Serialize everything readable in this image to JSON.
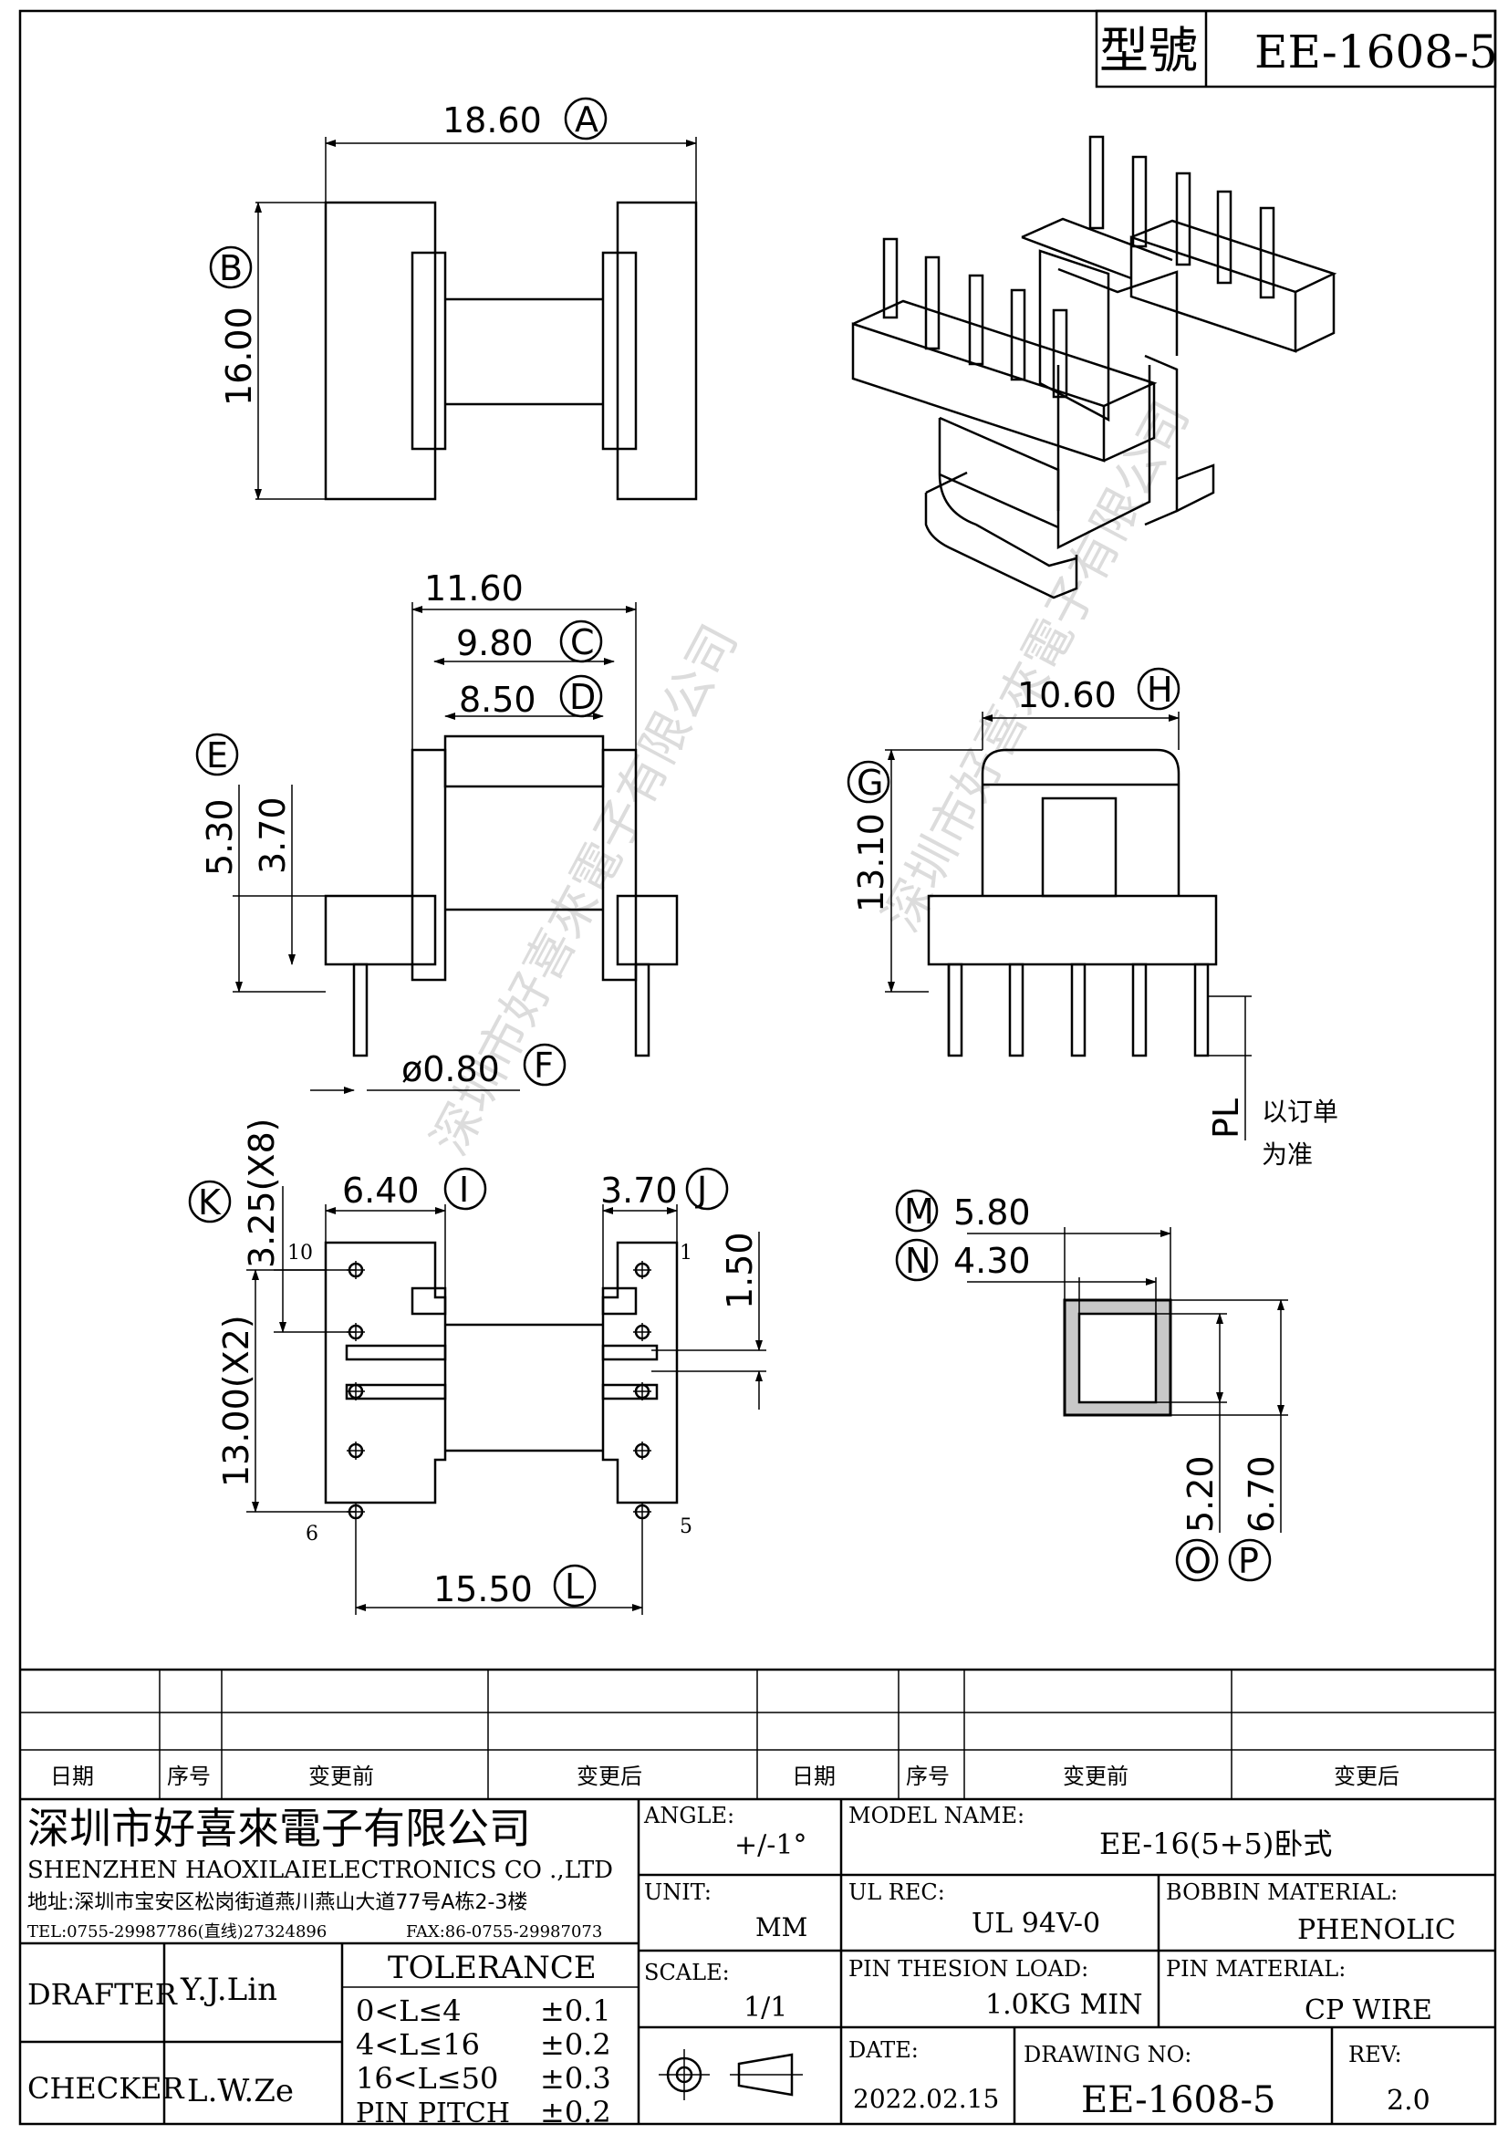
{
  "title_block": {
    "label": "型號",
    "model": "EE-1608-5"
  },
  "dims": {
    "A": {
      "value": "18.60",
      "letter": "A"
    },
    "B": {
      "value": "16.00",
      "letter": "B"
    },
    "C": {
      "value": "9.80",
      "letter": "C"
    },
    "D": {
      "value": "8.50",
      "letter": "D"
    },
    "E": {
      "value": "5.30",
      "letter": "E"
    },
    "F": {
      "value": "ø0.80",
      "letter": "F"
    },
    "G": {
      "value": "13.10",
      "letter": "G"
    },
    "H": {
      "value": "10.60",
      "letter": "H"
    },
    "I": {
      "value": "6.40",
      "letter": "I"
    },
    "J": {
      "value": "3.70",
      "letter": "J"
    },
    "K": {
      "value": "3.25(X8)",
      "letter": "K"
    },
    "L": {
      "value": "15.50",
      "letter": "L"
    },
    "M": {
      "value": "5.80",
      "letter": "M"
    },
    "N": {
      "value": "4.30",
      "letter": "N"
    },
    "O": {
      "value": "5.20",
      "letter": "O"
    },
    "P": {
      "value": "6.70",
      "letter": "P"
    },
    "w1160": "11.60",
    "h370": "3.70",
    "pitch2": "13.00(X2)",
    "d150": "1.50",
    "pl": "PL",
    "pl_note1": "以订单",
    "pl_note2": "为准"
  },
  "pins": {
    "p10": "10",
    "p1": "1",
    "p6": "6",
    "p5": "5"
  },
  "watermark": "深圳市好喜來電子有限公司",
  "revision_table": {
    "headers": [
      "日期",
      "序号",
      "变更前",
      "变更后",
      "日期",
      "序号",
      "变更前",
      "变更后"
    ]
  },
  "company": {
    "name_cn": "深圳市好喜來電子有限公司",
    "name_en": "SHENZHEN HAOXILAIELECTRONICS CO .,LTD",
    "address": "地址:深圳市宝安区松岗街道燕川燕山大道77号A栋2-3楼",
    "tel": "TEL:0755-29987786(直线)27324896",
    "fax": "FAX:86-0755-29987073"
  },
  "info": {
    "angle_label": "ANGLE:",
    "angle_value": "+/-1°",
    "model_label": "MODEL NAME:",
    "model_value": "EE-16(5+5)卧式",
    "unit_label": "UNIT:",
    "unit_value": "MM",
    "ul_label": "UL REC:",
    "ul_value": "UL 94V-0",
    "bobbin_label": "BOBBIN MATERIAL:",
    "bobbin_value": "PHENOLIC",
    "scale_label": "SCALE:",
    "scale_value": "1/1",
    "load_label": "PIN THESION LOAD:",
    "load_value": "1.0KG MIN",
    "pinmat_label": "PIN MATERIAL:",
    "pinmat_value": "CP  WIRE",
    "date_label": "DATE:",
    "date_value": "2022.02.15",
    "drawing_label": "DRAWING NO:",
    "drawing_value": "EE-1608-5",
    "rev_label": "REV:",
    "rev_value": "2.0"
  },
  "people": {
    "drafter_label": "DRAFTER",
    "drafter_value": "Y.J.Lin",
    "checker_label": "CHECKER",
    "checker_value": "L.W.Ze"
  },
  "tolerance": {
    "title": "TOLERANCE",
    "rows": [
      {
        "range": "0<L≤4",
        "tol": "±0.1"
      },
      {
        "range": "4<L≤16",
        "tol": "±0.2"
      },
      {
        "range": "16<L≤50",
        "tol": "±0.3"
      },
      {
        "range": "PIN PITCH",
        "tol": "±0.2"
      }
    ]
  }
}
